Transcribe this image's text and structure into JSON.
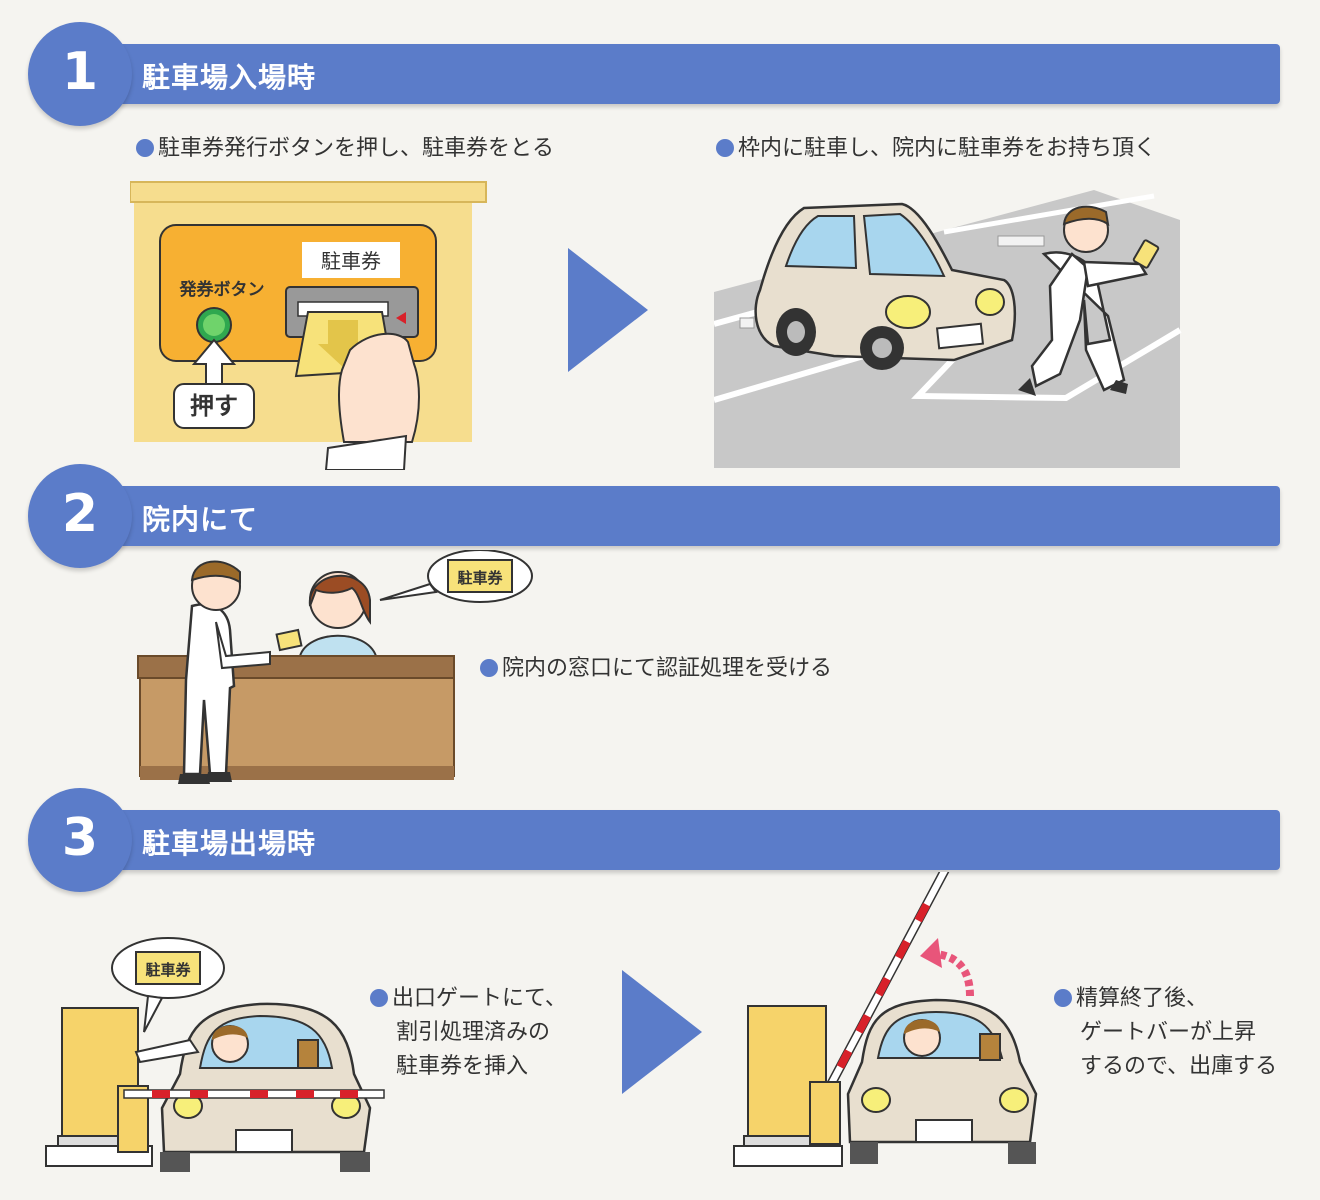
{
  "sections": [
    {
      "number": "1",
      "title": "駐車場入場時"
    },
    {
      "number": "2",
      "title": "院内にて"
    },
    {
      "number": "3",
      "title": "駐車場出場時"
    }
  ],
  "step1": {
    "left_caption": "駐車券発行ボタンを押し、駐車券をとる",
    "right_caption": "枠内に駐車し、院内に駐車券をお持ち頂く",
    "ticket_label": "駐車券",
    "button_label": "発券ボタン",
    "push_label": "押す"
  },
  "step2": {
    "caption": "院内の窓口にて認証処理を受ける",
    "bubble_label": "駐車券"
  },
  "step3": {
    "left_caption_lines": [
      "出口ゲートにて、",
      "割引処理済みの",
      "駐車券を挿入"
    ],
    "right_caption_lines": [
      "精算終了後、",
      "ゲートバーが上昇",
      "するので、出庫する"
    ],
    "bubble_label": "駐車券"
  },
  "colors": {
    "accent": "#5b7cc9",
    "machine": "#f7b032",
    "wall": "#f6dd8e",
    "ticket": "#f7e27a",
    "car": "#e8dfcf",
    "gate_red": "#d8212a",
    "counter": "#c69a66"
  }
}
